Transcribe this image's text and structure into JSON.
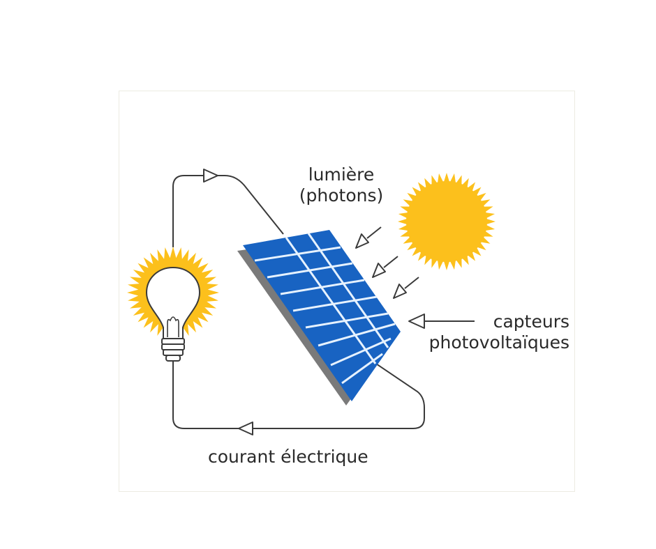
{
  "labels": {
    "light_line1": "lumière",
    "light_line2": "(photons)",
    "sensors_line1": "capteurs",
    "sensors_line2": "photovoltaïques",
    "current": "courant électrique"
  },
  "icons": {
    "sun": "sun-icon",
    "bulb": "light-bulb-icon",
    "panel": "solar-panel-icon"
  },
  "colors": {
    "sun": "#fcc01c",
    "panel": "#1863c2",
    "panel_grid": "#e6f2ff",
    "panel_shadow": "#7a7a7a",
    "wire": "#3a3a3a",
    "text": "#2a2a2a"
  }
}
